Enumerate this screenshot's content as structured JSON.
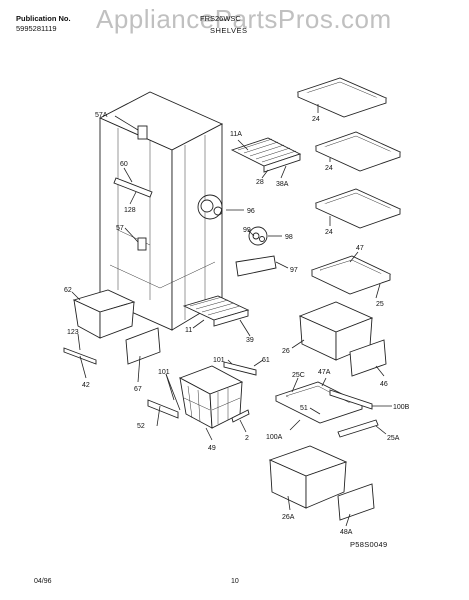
{
  "header": {
    "publication_label": "Publication No.",
    "publication_number": "5995281119",
    "model": "FRS26WSC",
    "section_title": "SHELVES"
  },
  "watermark": "AppliancePartsPros.com",
  "footer": {
    "date": "04/96",
    "page_number": "10",
    "figure_code": "P58S0049"
  },
  "callouts": [
    "24",
    "24",
    "24",
    "57A",
    "11A",
    "60",
    "28",
    "38A",
    "128",
    "96",
    "99",
    "98",
    "57",
    "47",
    "97",
    "62",
    "25",
    "123",
    "11",
    "39",
    "26",
    "101",
    "61",
    "67",
    "42",
    "101",
    "25C",
    "47A",
    "46",
    "100B",
    "51",
    "52",
    "49",
    "2",
    "100A",
    "25A",
    "26A",
    "48A"
  ]
}
